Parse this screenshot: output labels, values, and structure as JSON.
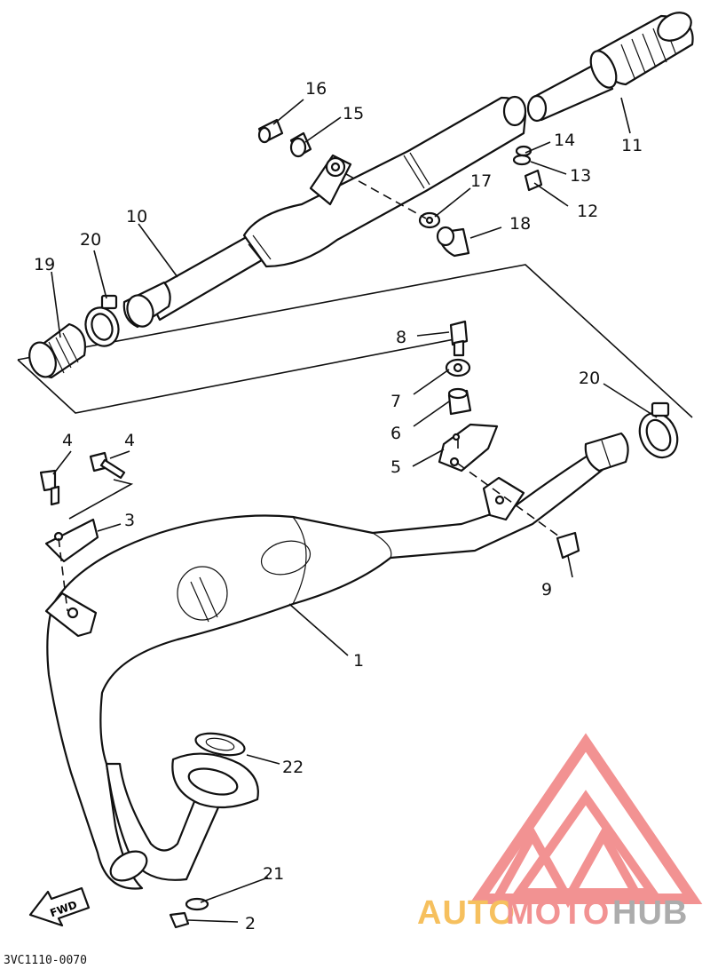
{
  "diagram": {
    "part_numbers": {
      "p1": "1",
      "p2": "2",
      "p3": "3",
      "p4a": "4",
      "p4b": "4",
      "p5": "5",
      "p6": "6",
      "p7": "7",
      "p8": "8",
      "p9": "9",
      "p10": "10",
      "p11": "11",
      "p12": "12",
      "p13": "13",
      "p14": "14",
      "p15": "15",
      "p16": "16",
      "p17": "17",
      "p18": "18",
      "p19": "19",
      "p20a": "20",
      "p20b": "20",
      "p21": "21",
      "p22": "22"
    },
    "fwd_label": "FWD",
    "diagram_code": "3VC1110-0070"
  },
  "watermark": {
    "text_auto": "AUTO",
    "text_moto": "MOTO",
    "text_hub": "HUB",
    "color_primary": "#f08080",
    "color_secondary": "#f5b642",
    "color_gray": "#9e9e9e"
  }
}
